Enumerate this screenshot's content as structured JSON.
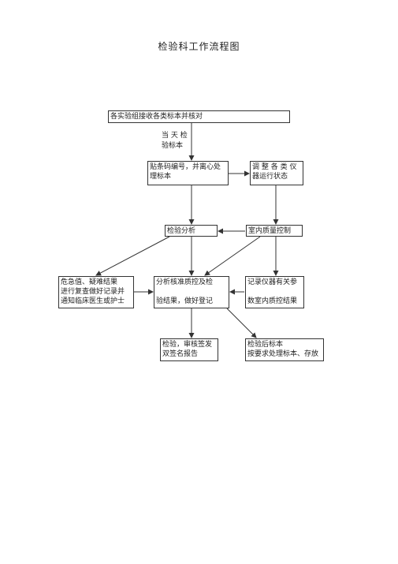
{
  "title": "检验科工作流程图",
  "nodes": {
    "receive": {
      "lines": [
        "各实验组接收各类标本并核对"
      ]
    },
    "same_day": {
      "lines": [
        "当 天 检",
        "验标本"
      ]
    },
    "label_centrifuge": {
      "lines": [
        "贴条码编号，并离心处",
        "理标本"
      ]
    },
    "adjust_instruments": {
      "lines": [
        "调 整 各 类 仪",
        "器运行状态"
      ]
    },
    "analysis": {
      "lines": [
        "检验分析"
      ]
    },
    "indoor_qc": {
      "lines": [
        "室内质量控制"
      ]
    },
    "critical": {
      "lines": [
        "危急值、疑难结果",
        "进行复查做好记录并",
        "通知临床医生或护士"
      ]
    },
    "analyze_qc": {
      "lines": [
        "分析核准质控及检",
        "",
        "验结果，做好登记"
      ]
    },
    "record_params": {
      "lines": [
        "记录仪器有关参",
        "",
        "数室内质控结果"
      ]
    },
    "review_sign": {
      "lines": [
        "检验，审核签发",
        "双签名报告"
      ]
    },
    "post_sample": {
      "lines": [
        "检验后标本",
        "按要求处理标本、存放"
      ]
    }
  }
}
